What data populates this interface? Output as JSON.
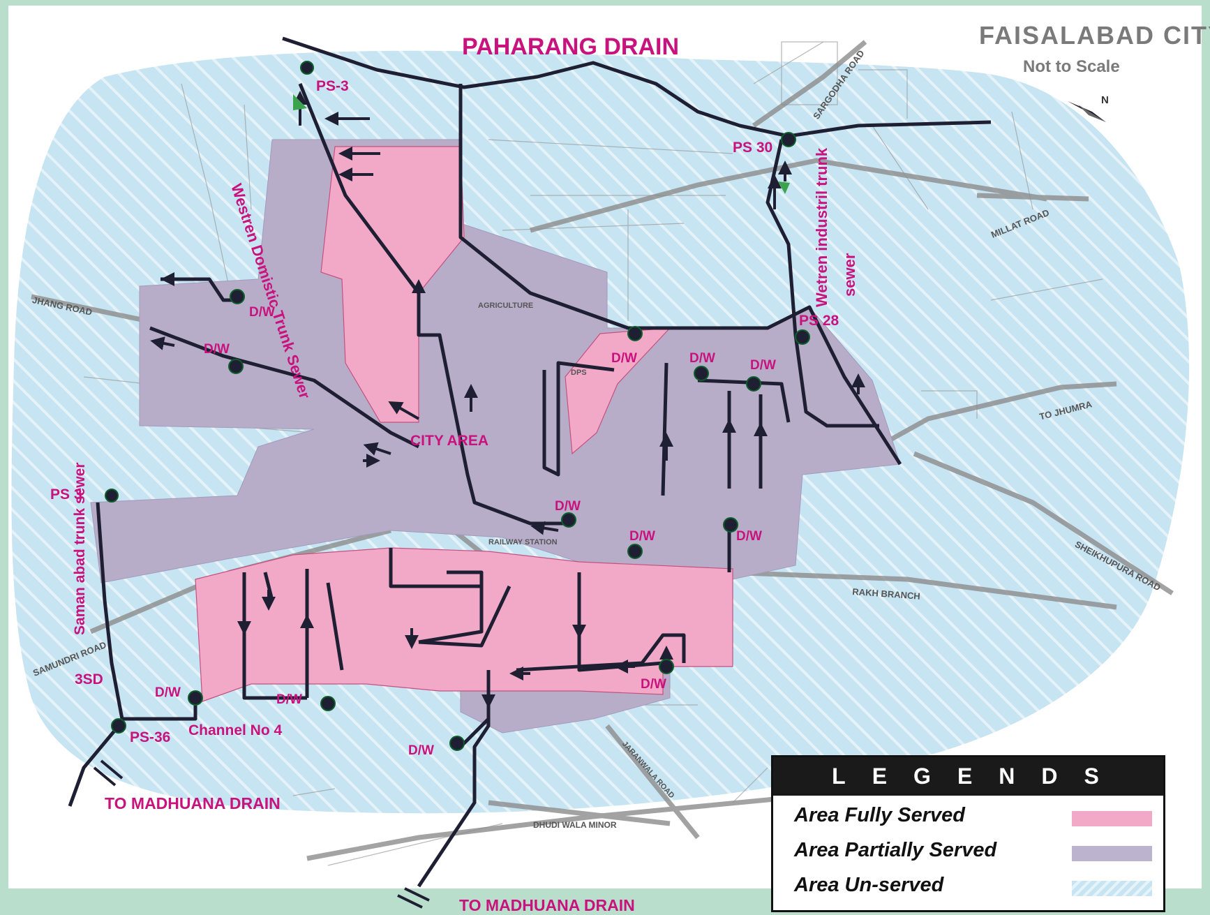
{
  "title": {
    "city": "FAISALABAD CITY",
    "scale": "Not to Scale"
  },
  "drains": {
    "paharang": "PAHARANG DRAIN",
    "madhuana_west": "TO MADHUANA DRAIN",
    "madhuana_south": "TO MADHUANA DRAIN"
  },
  "labels": {
    "ps3": "PS-3",
    "ps30": "PS 30",
    "ps28": "PS 28",
    "ps36": "PS-36",
    "ps3x": "PS 3",
    "ssd": "3SD",
    "channel": "Channel No 4",
    "city_area": "CITY AREA",
    "western_domestic": "Westren Domistic Trunk Sewer",
    "western_industrial_1": "Wetren industril trunk",
    "western_industrial_2": "sewer",
    "saman_abad": "Saman abad trunk sewer",
    "dw": "D/W"
  },
  "roads": {
    "jhang": "JHANG ROAD",
    "millat": "MILLAT ROAD",
    "sargodha": "SARGODHA ROAD",
    "jhumra": "TO JHUMRA",
    "sheikhupura": "SHEIKHUPURA ROAD",
    "rakh": "RAKH BRANCH",
    "samundri": "SAMUNDRI ROAD",
    "dhudiwala": "DHUDI WALA MINOR",
    "jaranwala": "JARANWALA ROAD",
    "agriculture": "AGRICULTURE",
    "railway": "RAILWAY STATION",
    "dps": "DPS"
  },
  "legend": {
    "header": "LEGENDS",
    "items": [
      {
        "label": "Area Fully Served",
        "color": "#f2a9c8"
      },
      {
        "label": "Area Partially Served",
        "color": "#bcb3cf"
      },
      {
        "label": "Area Un-served",
        "color": "#c6e4f1"
      }
    ]
  },
  "colors": {
    "background": "#b9dfcc",
    "unserved": "#c6e4f1",
    "partial": "#b8adc9",
    "full": "#f2a9c8",
    "label": "#c8127e",
    "sewer": "#1f1f33"
  }
}
